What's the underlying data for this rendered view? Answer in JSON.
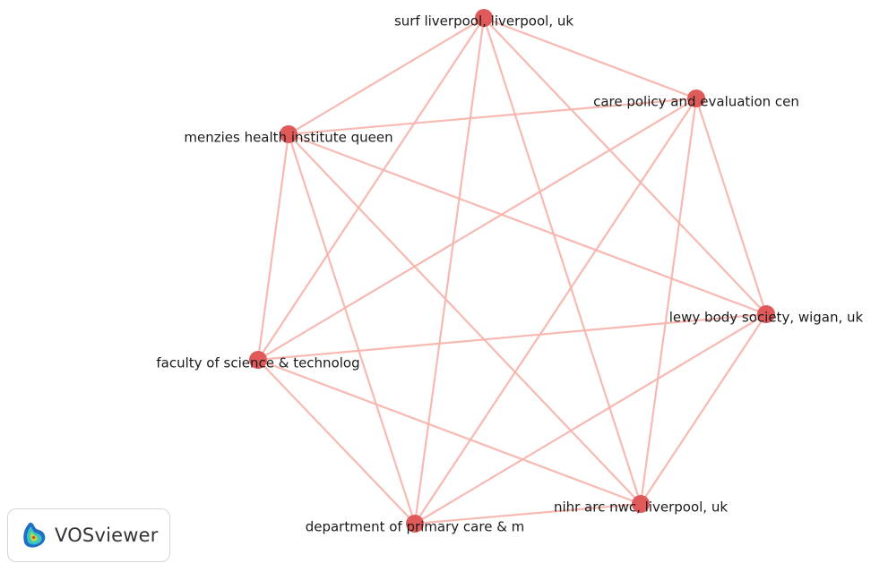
{
  "diagram": {
    "type": "network",
    "colors": {
      "node": "#e05a5a",
      "edge": "#f6b1a8",
      "label": "#1a1a1a"
    },
    "nodes": [
      {
        "id": "surf",
        "label": "surf liverpool, liverpool, uk"
      },
      {
        "id": "care",
        "label": "care policy and evaluation cen"
      },
      {
        "id": "menzies",
        "label": "menzies health institute queen"
      },
      {
        "id": "lewy",
        "label": "lewy body society, wigan, uk"
      },
      {
        "id": "faculty",
        "label": "faculty of science & technolog"
      },
      {
        "id": "nihr",
        "label": "nihr arc nwc, liverpool, uk"
      },
      {
        "id": "primary",
        "label": "department of primary care & m"
      }
    ],
    "edges": [
      [
        "surf",
        "care"
      ],
      [
        "surf",
        "menzies"
      ],
      [
        "surf",
        "lewy"
      ],
      [
        "surf",
        "faculty"
      ],
      [
        "surf",
        "nihr"
      ],
      [
        "surf",
        "primary"
      ],
      [
        "care",
        "menzies"
      ],
      [
        "care",
        "lewy"
      ],
      [
        "care",
        "faculty"
      ],
      [
        "care",
        "nihr"
      ],
      [
        "care",
        "primary"
      ],
      [
        "menzies",
        "lewy"
      ],
      [
        "menzies",
        "faculty"
      ],
      [
        "menzies",
        "nihr"
      ],
      [
        "menzies",
        "primary"
      ],
      [
        "lewy",
        "faculty"
      ],
      [
        "lewy",
        "nihr"
      ],
      [
        "lewy",
        "primary"
      ],
      [
        "faculty",
        "nihr"
      ],
      [
        "faculty",
        "primary"
      ],
      [
        "nihr",
        "primary"
      ]
    ]
  },
  "branding": {
    "name": "VOSviewer",
    "logo_icon": "vosviewer-logo-icon"
  }
}
